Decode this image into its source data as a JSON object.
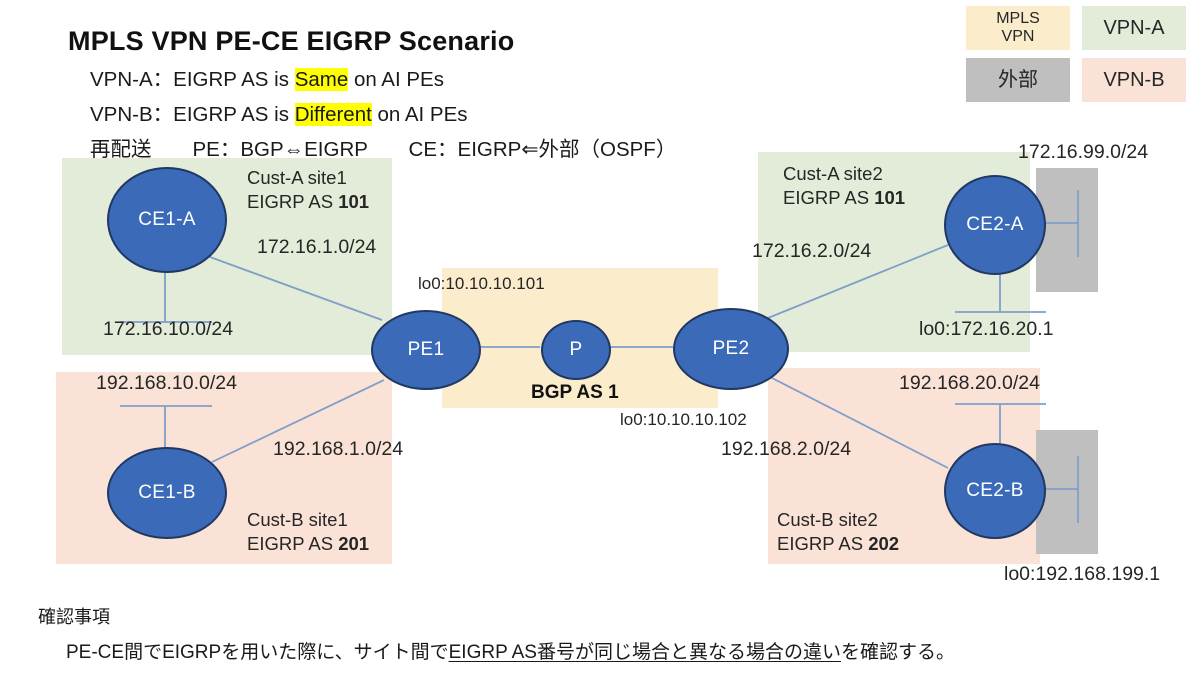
{
  "title": {
    "main": "MPLS VPN  PE-CE  EIGRP Scenario",
    "line1_pre": "VPN-A：EIGRP AS is ",
    "line1_hl": "Same",
    "line1_post": " on AI PEs",
    "line2_pre": "VPN-B：EIGRP AS is ",
    "line2_hl": "Different",
    "line2_post": " on AI PEs",
    "line3": "再配送　　PE：BGP⇔EIGRP　　CE：EIGRP⇐外部（OSPF）"
  },
  "legend": {
    "mpls": "MPLS\nVPN",
    "mpls_line1": "MPLS",
    "mpls_line2": "VPN",
    "vpn_a": "VPN-A",
    "external": "外部",
    "vpn_b": "VPN-B"
  },
  "zones": {
    "cust_a_site1": {
      "name": "Cust-A site1",
      "as_label": "EIGRP AS ",
      "as": "101"
    },
    "cust_a_site2": {
      "name": "Cust-A site2",
      "as_label": "EIGRP AS ",
      "as": "101"
    },
    "cust_b_site1": {
      "name": "Cust-B site1",
      "as_label": "EIGRP AS ",
      "as": "201"
    },
    "cust_b_site2": {
      "name": "Cust-B site2",
      "as_label": "EIGRP AS ",
      "as": "202"
    },
    "mpls_core": {
      "bgp": "BGP AS 1"
    }
  },
  "nodes": {
    "ce1_a": "CE1-A",
    "ce2_a": "CE2-A",
    "ce1_b": "CE1-B",
    "ce2_b": "CE2-B",
    "pe1": "PE1",
    "pe2": "PE2",
    "p": "P"
  },
  "links": {
    "ce1a_pe1": "172.16.1.0/24",
    "ce1a_lan": "172.16.10.0/24",
    "pe2_ce2a": "172.16.2.0/24",
    "ce2a_ext": "172.16.99.0/24",
    "ce2a_lo0": "lo0:172.16.20.1",
    "pe1_lo0": "lo0:10.10.10.101",
    "pe2_lo0": "lo0:10.10.10.102",
    "ce1b_lan": "192.168.10.0/24",
    "ce1b_pe1": "192.168.1.0/24",
    "pe2_ce2b": "192.168.2.0/24",
    "ce2b_lan": "192.168.20.0/24",
    "ce2b_lo0": "lo0:192.168.199.1"
  },
  "footer": {
    "heading": "確認事項",
    "body_pre": "PE-CE間でEIGRPを用いた際に、サイト間で",
    "body_underline": "EIGRP AS番号が同じ場合と異なる場合の違い",
    "body_post": "を確認する。"
  },
  "colors": {
    "vpn_a": "#e3ecd8",
    "vpn_b": "#fae3d6",
    "mpls": "#fbeccb",
    "external": "#bfbfbf",
    "node": "#3b6ab8",
    "node_border": "#1f3864",
    "link": "#7f9fc9",
    "highlight": "#ffff00"
  }
}
